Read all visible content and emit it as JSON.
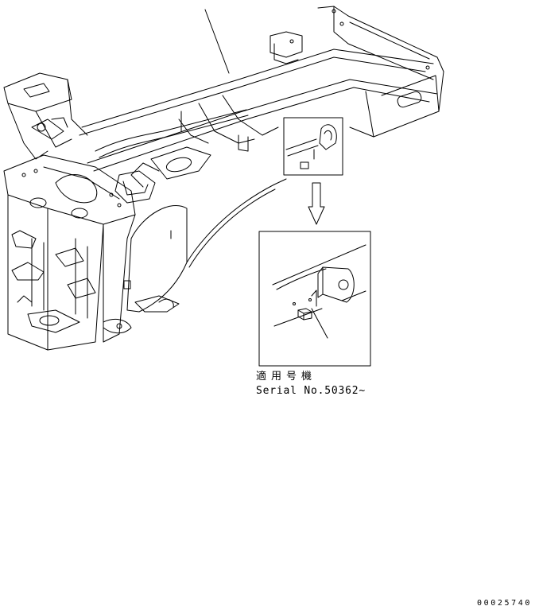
{
  "applicability": {
    "label_jp": "適用号機",
    "label_en": "Serial No.50362~"
  },
  "drawing_number": "00025740",
  "colors": {
    "line": "#000000",
    "background": "#ffffff"
  }
}
